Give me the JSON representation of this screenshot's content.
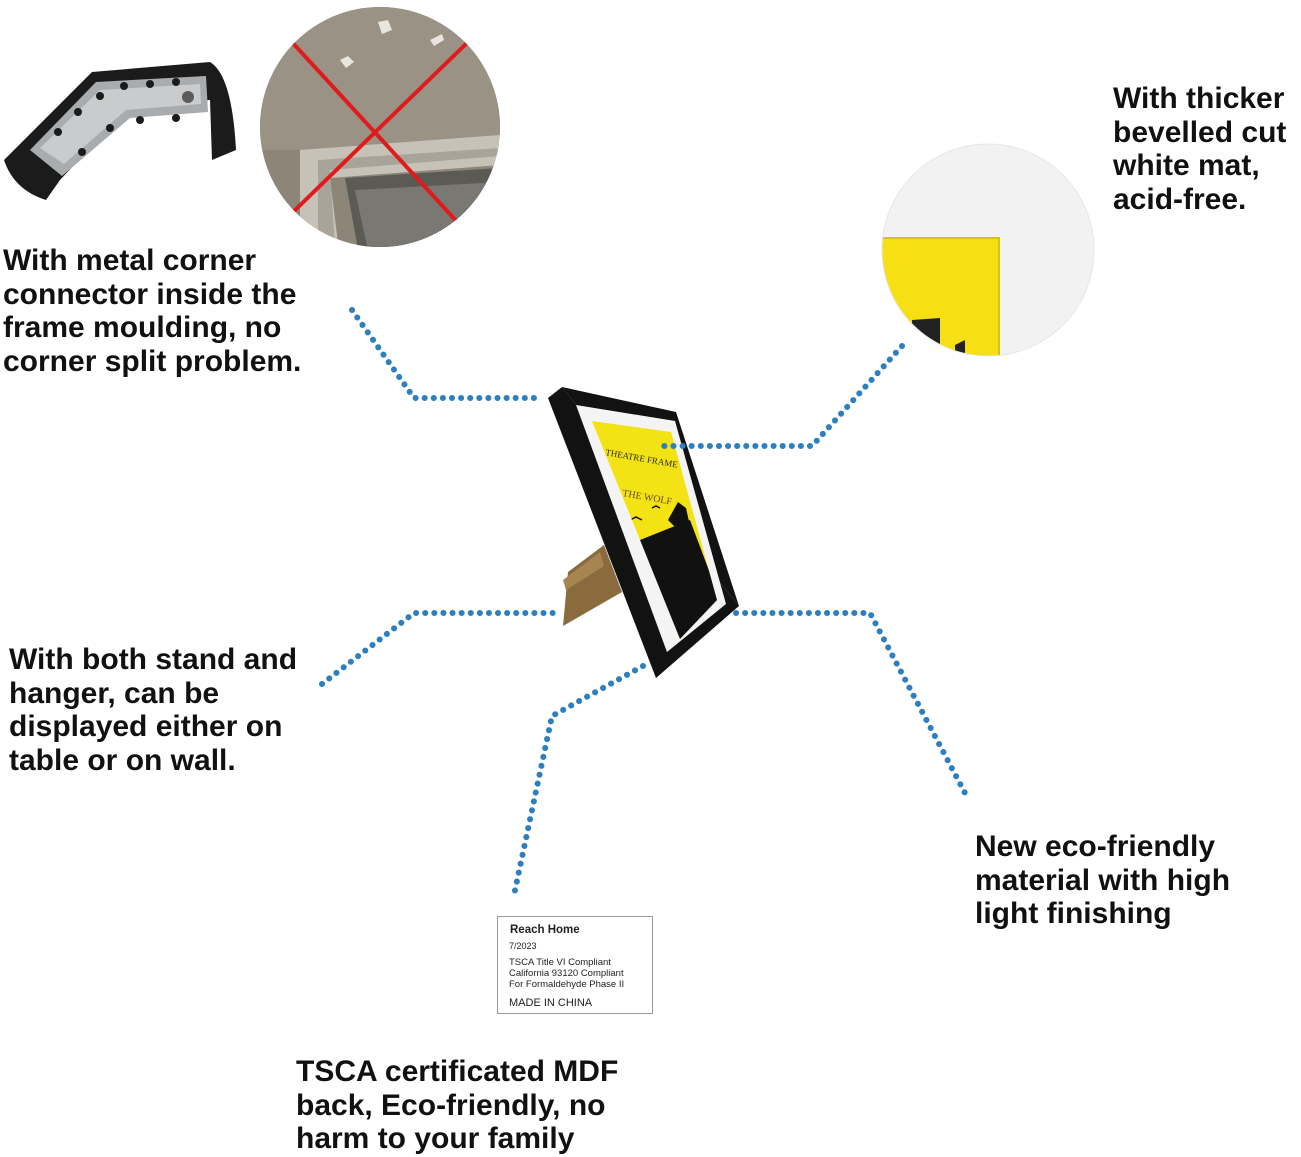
{
  "features": {
    "corner_connector": "With metal corner\nconnector inside the\nframe moulding, no\ncorner split problem.",
    "mat": "With thicker\nbevelled cut\nwhite mat,\nacid-free.",
    "stand_hanger": "With both stand and\nhanger, can be\ndisplayed either on\ntable or on wall.",
    "eco_material": "New eco-friendly\nmaterial with high\nlight finishing",
    "tsca_back": "TSCA certificated MDF\nback, Eco-friendly, no\nharm to your family"
  },
  "compliance_label": {
    "brand": "Reach Home",
    "date": "7/2023",
    "lines": "TSCA Title VI Compliant\nCalifornia 93120 Compliant\nFor Formaldehyde Phase II",
    "origin": "MADE IN CHINA"
  },
  "poster": {
    "header": "THEATRE FRAME",
    "title": "THE WOLF"
  },
  "colors": {
    "connector_dots": "#2e7fbf",
    "poster_yellow": "#f3e214",
    "frame_black": "#111111",
    "cross_red": "#e01b1b",
    "mat_white": "#f4f4f4"
  },
  "icons": [
    "corner-connector-photo",
    "split-corner-photo",
    "red-cross-icon",
    "mat-detail-photo",
    "frame-product-photo",
    "stand-easel-photo"
  ]
}
